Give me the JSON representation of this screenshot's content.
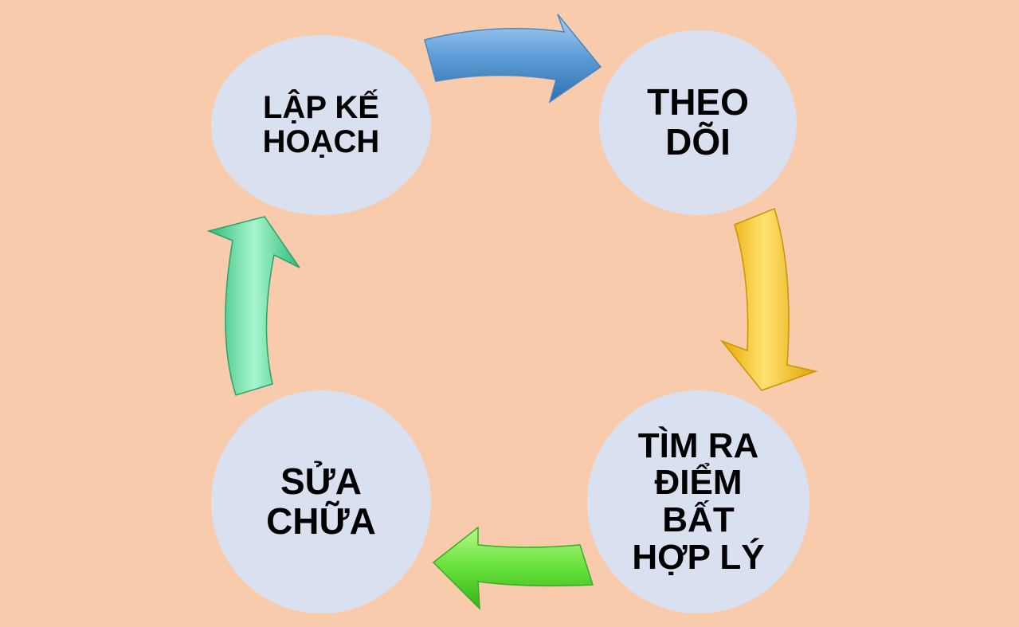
{
  "diagram": {
    "type": "cycle",
    "nodes": [
      {
        "id": "plan",
        "label": "LẬP KẾ\nHOẠCH"
      },
      {
        "id": "monitor",
        "label": "THEO\nDÕI"
      },
      {
        "id": "find",
        "label": "TÌM RA\nĐIỂM\nBẤT\nHỢP LÝ"
      },
      {
        "id": "fix",
        "label": "SỬA\nCHỮA"
      }
    ],
    "edges": [
      {
        "from": "plan",
        "to": "monitor",
        "color": "#5B9BD5"
      },
      {
        "from": "monitor",
        "to": "find",
        "color": "#FFC000"
      },
      {
        "from": "find",
        "to": "fix",
        "color": "#66E03A"
      },
      {
        "from": "fix",
        "to": "plan",
        "color": "#3FD68C"
      }
    ]
  },
  "colors": {
    "background": "#F8CBAD",
    "node_fill": "#D9E1F0"
  }
}
